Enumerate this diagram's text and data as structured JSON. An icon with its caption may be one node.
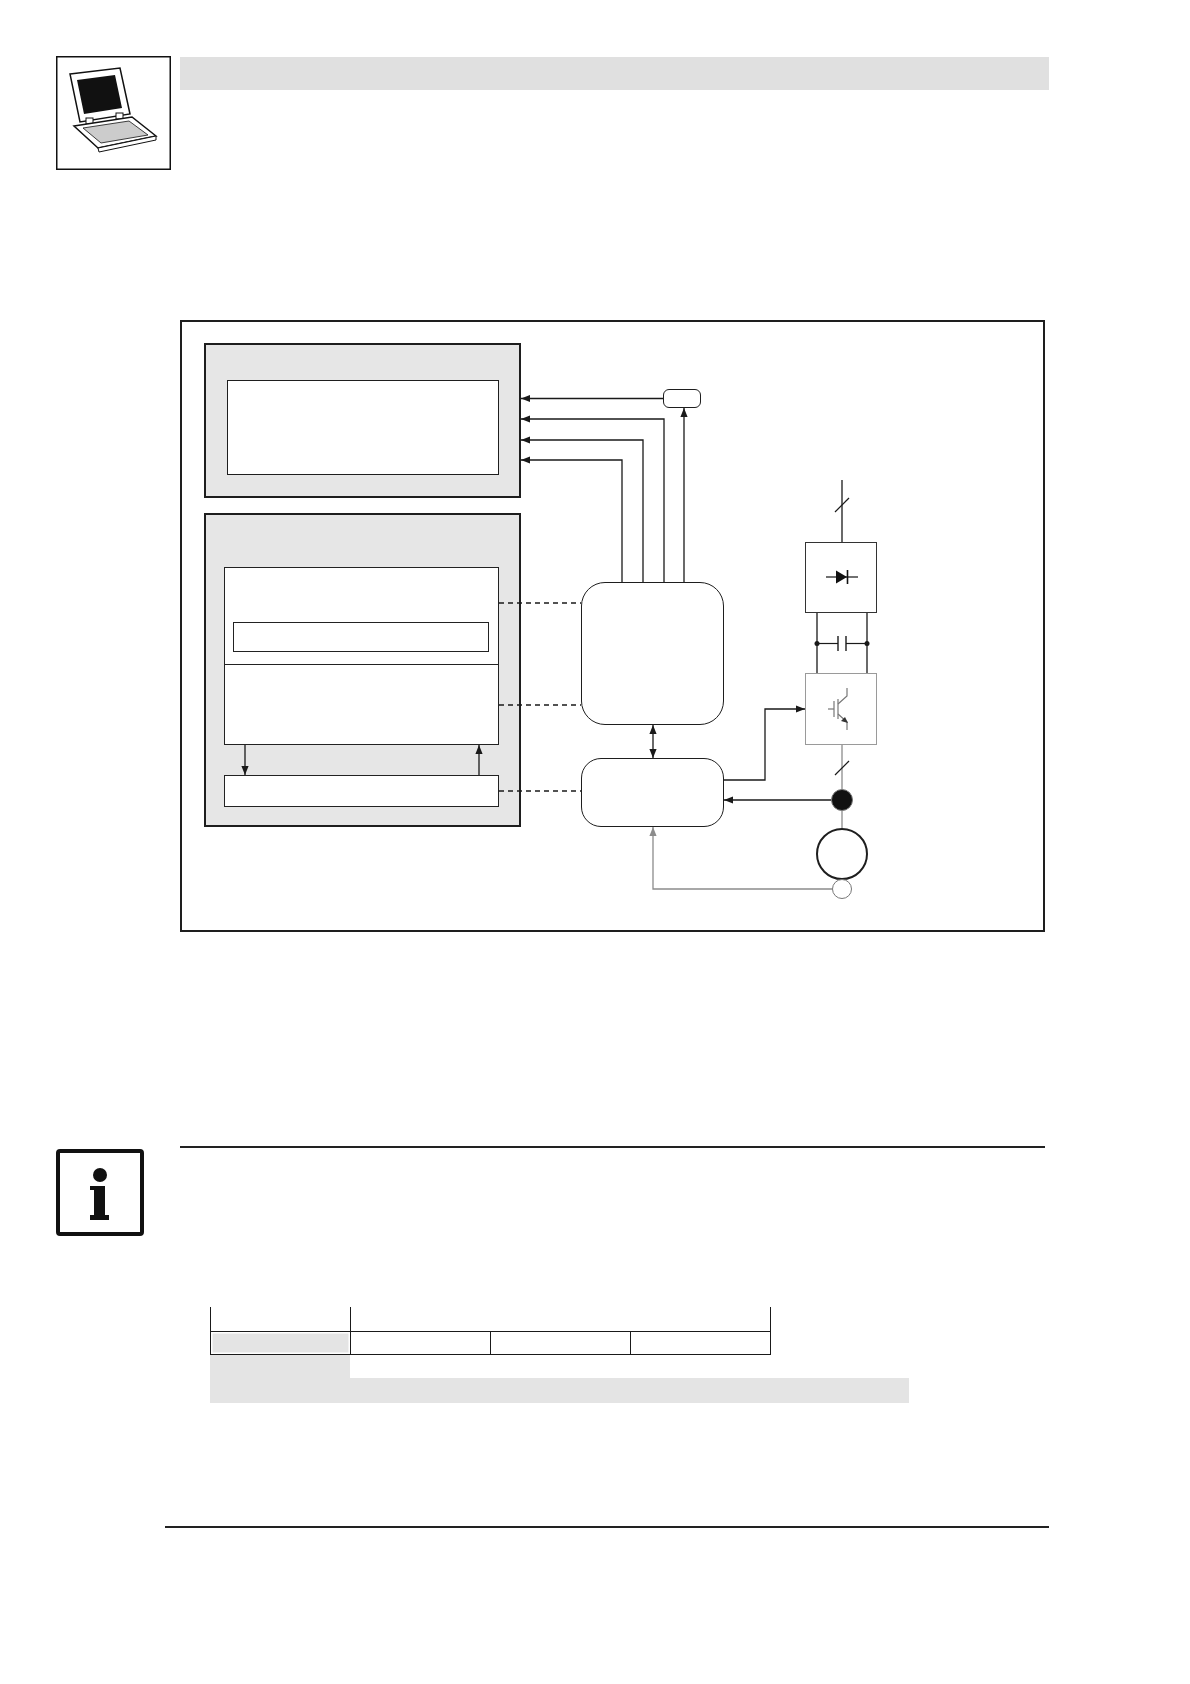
{
  "diagram": {
    "nodes": [
      {
        "text": [],
        "shape": "box"
      },
      {
        "text": [],
        "shape": "box",
        "in": 0
      },
      {
        "text": [],
        "shape": "box"
      },
      {
        "text": [],
        "shape": "box"
      },
      {
        "text": [],
        "shape": "box",
        "in": 3
      },
      {
        "text": [],
        "shape": "box",
        "in": 4
      },
      {
        "text": [],
        "shape": "box",
        "in": 3
      },
      {
        "text": [],
        "shape": "bar",
        "in": 3
      },
      {
        "text": [],
        "shape": "box"
      },
      {
        "text": [],
        "shape": "box"
      },
      {
        "text": [],
        "shape": "box"
      },
      {
        "text": [],
        "shape": "box"
      },
      {
        "text": [],
        "shape": "circle"
      },
      {
        "text": [],
        "shape": "circle"
      },
      {
        "text": [],
        "shape": "circle"
      }
    ],
    "edges": [
      {
        "from": 2,
        "to": 0,
        "arrow": "to"
      },
      {
        "from": 8,
        "to": 0,
        "arrow": "to"
      },
      {
        "from": 8,
        "to": 0,
        "arrow": "to"
      },
      {
        "from": 8,
        "to": 0,
        "arrow": "to"
      },
      {
        "from": 8,
        "to": 2,
        "arrow": "to"
      },
      {
        "from": 4,
        "to": 8,
        "arrow": "none",
        "style": "dashed"
      },
      {
        "from": 6,
        "to": 8,
        "arrow": "none",
        "style": "dashed"
      },
      {
        "from": 7,
        "to": 11,
        "arrow": "none",
        "style": "dashed"
      },
      {
        "from": 8,
        "to": 11,
        "arrow": "both"
      },
      {
        "from": 6,
        "to": 7,
        "arrow": "to"
      },
      {
        "from": 7,
        "to": 6,
        "arrow": "to"
      },
      {
        "from": 11,
        "to": 10,
        "arrow": "to"
      },
      {
        "from": 12,
        "to": 11,
        "arrow": "to"
      },
      {
        "from": 14,
        "to": 11,
        "arrow": "to",
        "color": "#8c8c8c"
      },
      {
        "from": null,
        "to": 9,
        "arrow": "none"
      },
      {
        "from": 9,
        "to": 10,
        "arrow": "none"
      },
      {
        "from": 9,
        "to": 10,
        "arrow": "none"
      },
      {
        "from": 10,
        "to": 12,
        "arrow": "none",
        "color": "#8c8c8c"
      },
      {
        "from": 12,
        "to": 13,
        "arrow": "none",
        "color": "#8c8c8c"
      }
    ]
  }
}
